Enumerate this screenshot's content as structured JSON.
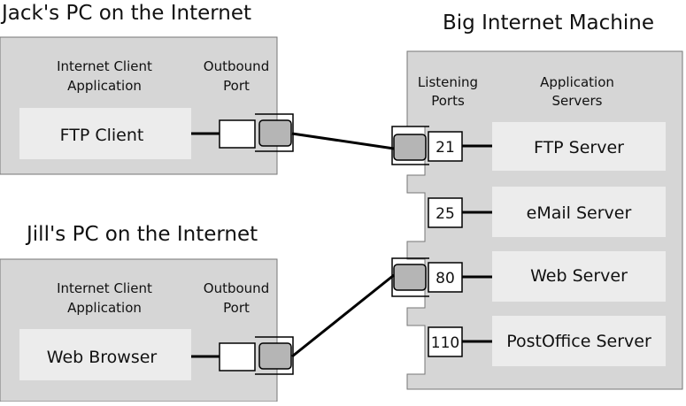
{
  "colors": {
    "panel": "#d6d6d6",
    "inner_box": "#ececec",
    "plug": "#b5b5b5",
    "port_white": "#ffffff",
    "line": "#000000"
  },
  "jack": {
    "title": "Jack's PC on the Internet",
    "client_header_1": "Internet Client",
    "client_header_2": "Application",
    "port_header_1": "Outbound",
    "port_header_2": "Port",
    "client_label": "FTP Client"
  },
  "jill": {
    "title": "Jill's PC on the Internet",
    "client_header_1": "Internet Client",
    "client_header_2": "Application",
    "port_header_1": "Outbound",
    "port_header_2": "Port",
    "client_label": "Web Browser"
  },
  "server": {
    "title": "Big Internet Machine",
    "ports_header_1": "Listening",
    "ports_header_2": "Ports",
    "apps_header_1": "Application",
    "apps_header_2": "Servers",
    "rows": [
      {
        "port": "21",
        "label": "FTP Server",
        "connected": true
      },
      {
        "port": "25",
        "label": "eMail Server",
        "connected": false
      },
      {
        "port": "80",
        "label": "Web Server",
        "connected": true
      },
      {
        "port": "110",
        "label": "PostOffice Server",
        "connected": false
      }
    ]
  }
}
